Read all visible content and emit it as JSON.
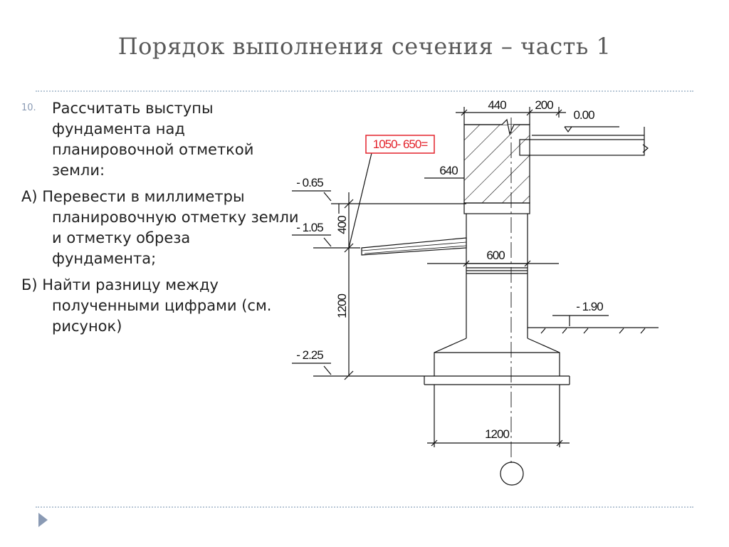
{
  "slide": {
    "title": "Порядок выполнения сечения – часть 1",
    "item_number": "10.",
    "item_text": "Рассчитать выступы фундамента над планировочной отметкой земли:",
    "para_a": "А) Перевести в миллиметры планировочную отметку земли и отметку обреза фундамента;",
    "para_b": "Б) Найти разницу между полученными цифрами (см. рисунок)"
  },
  "drawing": {
    "dim_top_wall": "440",
    "dim_top_right": "200",
    "level_000": "0.00",
    "red_formula": "1050- 650=",
    "dim_640": "640",
    "level_065": "- 0.65",
    "level_105": "- 1.05",
    "dim_400": "400",
    "dim_600": "600",
    "dim_1200_vertical": "1200",
    "level_190": "- 1.90",
    "level_225": "- 2.25",
    "dim_1200_bottom": "1200"
  },
  "colors": {
    "title": "#595959",
    "accent": "#8a9ab4",
    "red": "#e3222b"
  }
}
